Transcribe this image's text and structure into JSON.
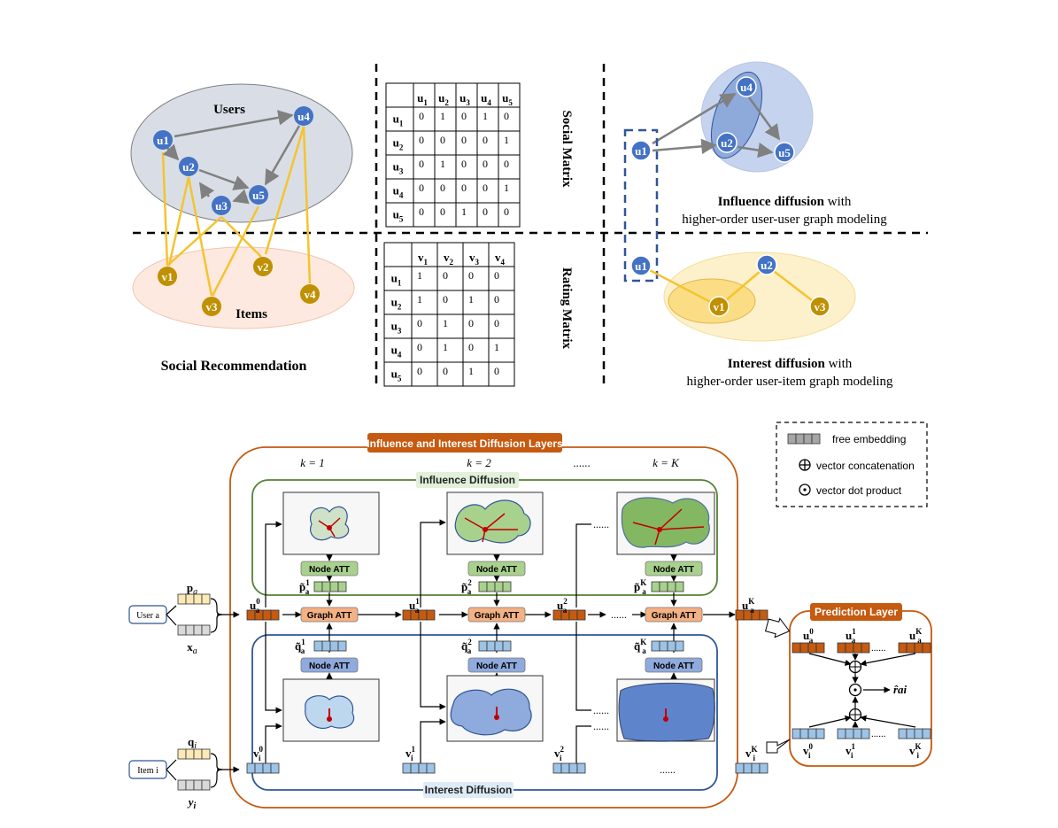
{
  "top": {
    "users_label": "Users",
    "items_label": "Items",
    "social_rec_title": "Social Recommendation",
    "users": [
      "u1",
      "u2",
      "u3",
      "u4",
      "u5"
    ],
    "items": [
      "v1",
      "v2",
      "v3",
      "v4"
    ],
    "social_matrix": {
      "title": "Social Matrix",
      "cols": [
        "u1",
        "u2",
        "u3",
        "u4",
        "u5"
      ],
      "rows": [
        "u1",
        "u2",
        "u3",
        "u4",
        "u5"
      ],
      "values": [
        [
          0,
          1,
          0,
          1,
          0
        ],
        [
          0,
          0,
          0,
          0,
          1
        ],
        [
          0,
          1,
          0,
          0,
          0
        ],
        [
          0,
          0,
          0,
          0,
          1
        ],
        [
          0,
          0,
          1,
          0,
          0
        ]
      ]
    },
    "rating_matrix": {
      "title": "Rating  Matrix",
      "cols": [
        "v1",
        "v2",
        "v3",
        "v4"
      ],
      "rows": [
        "u1",
        "u2",
        "u3",
        "u4",
        "u5"
      ],
      "values": [
        [
          1,
          0,
          0,
          0
        ],
        [
          1,
          0,
          1,
          0
        ],
        [
          0,
          1,
          0,
          0
        ],
        [
          0,
          1,
          0,
          1
        ],
        [
          0,
          0,
          1,
          0
        ]
      ]
    },
    "influence_bold": "Influence diffusion",
    "influence_rest": " with",
    "influence_line2": "higher-order user-user graph modeling",
    "interest_bold": "Interest diffusion",
    "interest_rest": " with",
    "interest_line2": "higher-order user-item graph modeling"
  },
  "bottom": {
    "layers_title": "Influence and Interest Diffusion Layers",
    "influence_diffusion": "Influence Diffusion",
    "interest_diffusion": "Interest Diffusion",
    "prediction_layer": "Prediction Layer",
    "k_labels": [
      "k = 1",
      "k = 2",
      "......",
      "k = K"
    ],
    "node_att": "Node ATT",
    "graph_att": "Graph ATT",
    "user_a": "User a",
    "item_i": "Item i",
    "dots": "......",
    "output": "r̂ai",
    "legend": {
      "free_embedding": "free embedding",
      "vector_concat": "vector concatenation",
      "vector_dot": "vector dot product"
    }
  },
  "colors": {
    "user_node": "#4472c4",
    "item_node": "#bf9000",
    "orange_frame": "#c55a11",
    "green_frame": "#548235",
    "blue_frame": "#2f5597",
    "yellow_edge": "#f4c430"
  }
}
